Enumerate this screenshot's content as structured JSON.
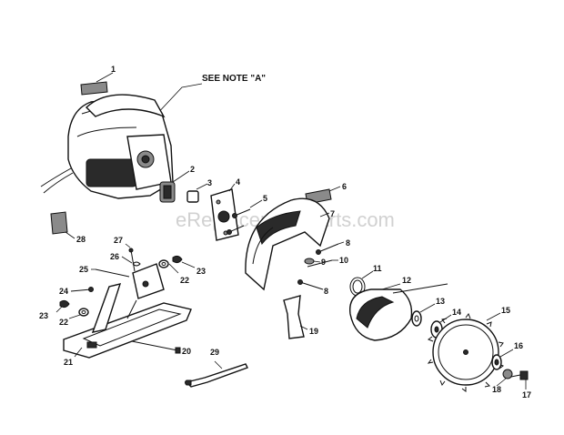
{
  "watermark": "eReplacementParts.com",
  "note": "SEE NOTE \"A\"",
  "callouts": [
    "1",
    "2",
    "3",
    "4",
    "5",
    "6",
    "7",
    "8",
    "9",
    "10",
    "11",
    "12",
    "13",
    "14",
    "15",
    "16",
    "17",
    "18",
    "19",
    "20",
    "21",
    "22",
    "22",
    "23",
    "23",
    "24",
    "25",
    "26",
    "27",
    "28",
    "29",
    "8"
  ]
}
